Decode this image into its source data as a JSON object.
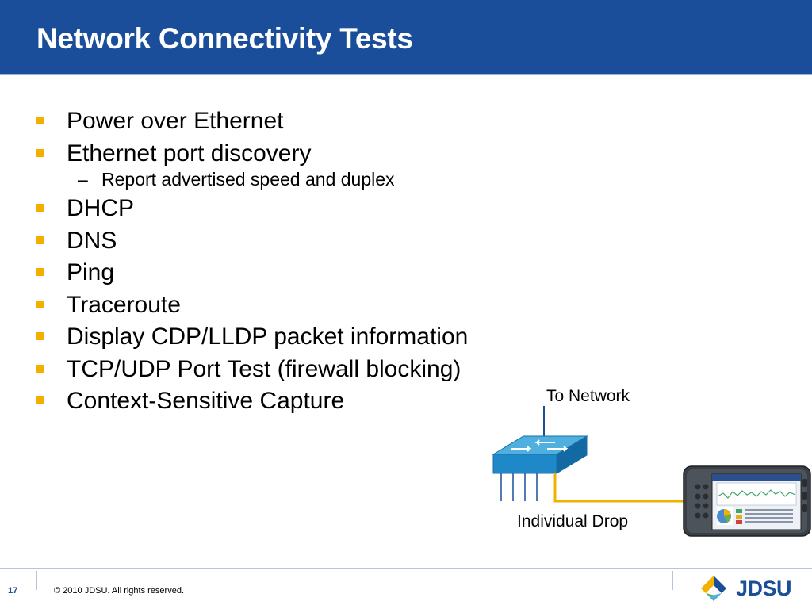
{
  "header": {
    "title": "Network Connectivity Tests"
  },
  "bullets": [
    {
      "text": "Power over Ethernet"
    },
    {
      "text": "Ethernet port discovery",
      "sub": "Report advertised speed and duplex"
    },
    {
      "text": "DHCP"
    },
    {
      "text": "DNS"
    },
    {
      "text": "Ping"
    },
    {
      "text": "Traceroute"
    },
    {
      "text": "Display CDP/LLDP packet information"
    },
    {
      "text": "TCP/UDP Port Test (firewall blocking)"
    },
    {
      "text": "Context-Sensitive Capture"
    }
  ],
  "sub_dash": "–",
  "diagram": {
    "to_network_label": "To Network",
    "individual_drop_label": "Individual Drop",
    "switch_icon": "network-switch-icon",
    "tester_icon": "handheld-tester-device-icon",
    "cable_color": "#f2b100",
    "uplink_color": "#1a4e9a"
  },
  "footer": {
    "page_number": "17",
    "copyright": "© 2010 JDSU. All rights reserved.",
    "logo_text": "JDSU"
  },
  "colors": {
    "header_bg": "#1a4e9a",
    "bullet": "#f2b100",
    "title_text": "#ffffff"
  }
}
